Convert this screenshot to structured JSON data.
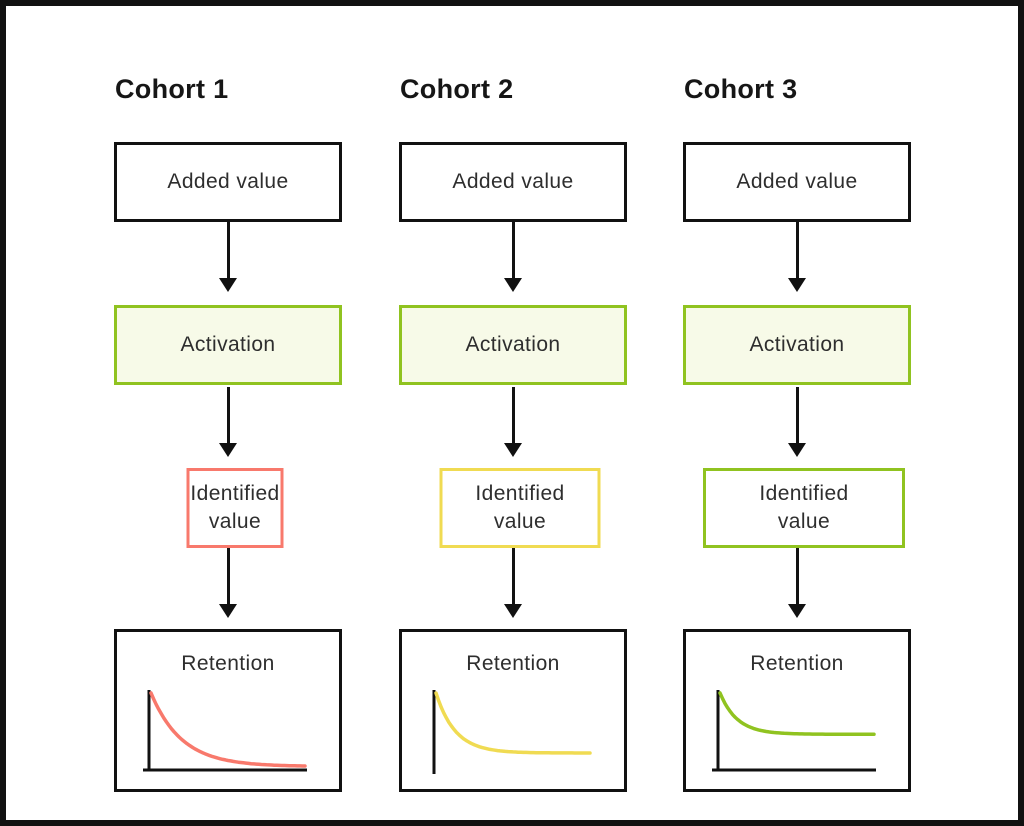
{
  "diagram": {
    "background_color": "#ffffff",
    "frame_color": "#111111",
    "box_border_color": "#111111",
    "text_color": "#2e2e2e"
  },
  "activation_style": {
    "border_color": "#90C320",
    "fill_color": "#F7FAE8"
  },
  "cohorts": [
    {
      "title": "Cohort 1",
      "added_value_label": "Added value",
      "activation_label": "Activation",
      "identified_value_label": "Identified value",
      "retention_label": "Retention",
      "accent_color": "#F8796C",
      "identified_box_width": 97
    },
    {
      "title": "Cohort 2",
      "added_value_label": "Added value",
      "activation_label": "Activation",
      "identified_value_label": "Identified value",
      "retention_label": "Retention",
      "accent_color": "#F0DB52",
      "identified_box_width": 161
    },
    {
      "title": "Cohort 3",
      "added_value_label": "Added value",
      "activation_label": "Activation",
      "identified_value_label": "Identified value",
      "retention_label": "Retention",
      "accent_color": "#90C320",
      "identified_box_width": 202
    }
  ],
  "chart_data": [
    {
      "type": "line",
      "title": "Retention",
      "cohort": "Cohort 1",
      "color": "#F8796C",
      "x_range": [
        0,
        1
      ],
      "y_range": [
        0,
        1
      ],
      "start_value": 1.0,
      "plateau_value": 0.02,
      "decay_rate": 5,
      "y_axis_shown": true,
      "x_axis_shown": true,
      "description": "retention decays steadily toward zero"
    },
    {
      "type": "line",
      "title": "Retention",
      "cohort": "Cohort 2",
      "color": "#F0DB52",
      "x_range": [
        0,
        1
      ],
      "y_range": [
        0,
        1
      ],
      "start_value": 1.0,
      "plateau_value": 0.2,
      "decay_rate": 8,
      "y_axis_shown": true,
      "x_axis_shown": false,
      "description": "retention flattens at a low plateau"
    },
    {
      "type": "line",
      "title": "Retention",
      "cohort": "Cohort 3",
      "color": "#90C320",
      "x_range": [
        0,
        1
      ],
      "y_range": [
        0,
        1
      ],
      "start_value": 1.0,
      "plateau_value": 0.45,
      "decay_rate": 9,
      "y_axis_shown": true,
      "x_axis_shown": true,
      "description": "retention flattens at a high plateau"
    }
  ]
}
